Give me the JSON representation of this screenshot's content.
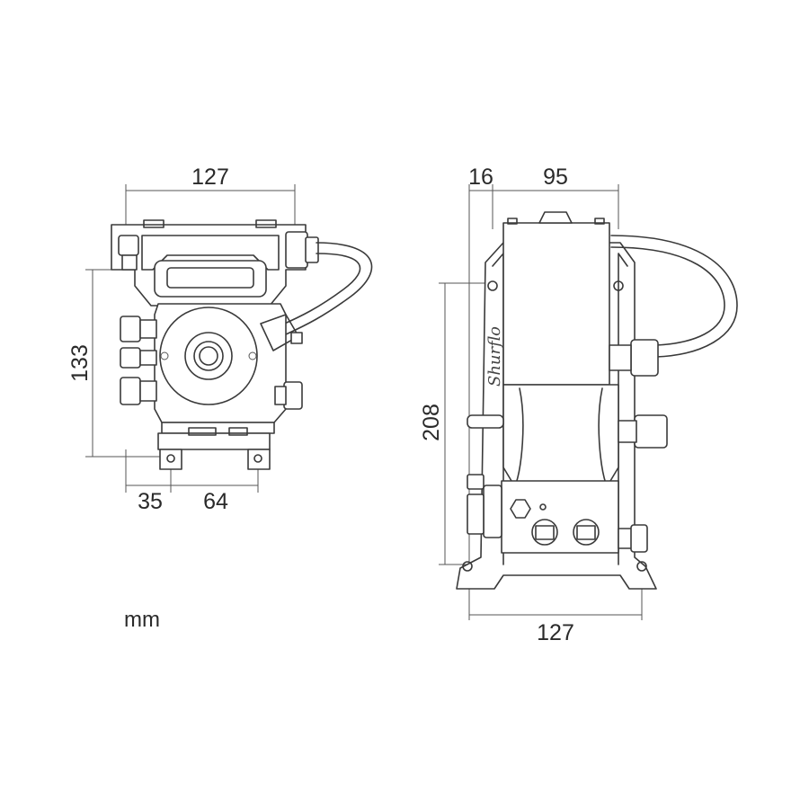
{
  "units": "mm",
  "front_view": {
    "width": "127",
    "height": "133",
    "mount_offset": "35",
    "mount_spacing": "64"
  },
  "side_view": {
    "offset": "16",
    "top_width": "95",
    "height": "208",
    "base_width": "127"
  },
  "brand_mark": "Shurflo"
}
